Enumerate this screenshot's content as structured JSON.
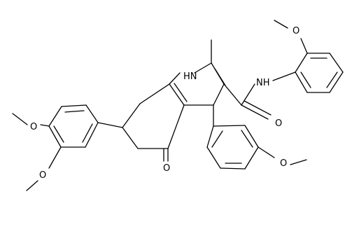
{
  "molecule": {
    "atoms": {
      "nh_ring": "HN",
      "nh_amide": "NH",
      "o_amide": "O",
      "o_ketone": "O",
      "o_methoxy_right_top": "O",
      "o_methoxy_bottom_aryl": "O",
      "o_methoxy_left_upper": "O",
      "o_methoxy_left_lower": "O"
    }
  },
  "colors": {
    "bond": "#000000",
    "background": "#ffffff"
  }
}
